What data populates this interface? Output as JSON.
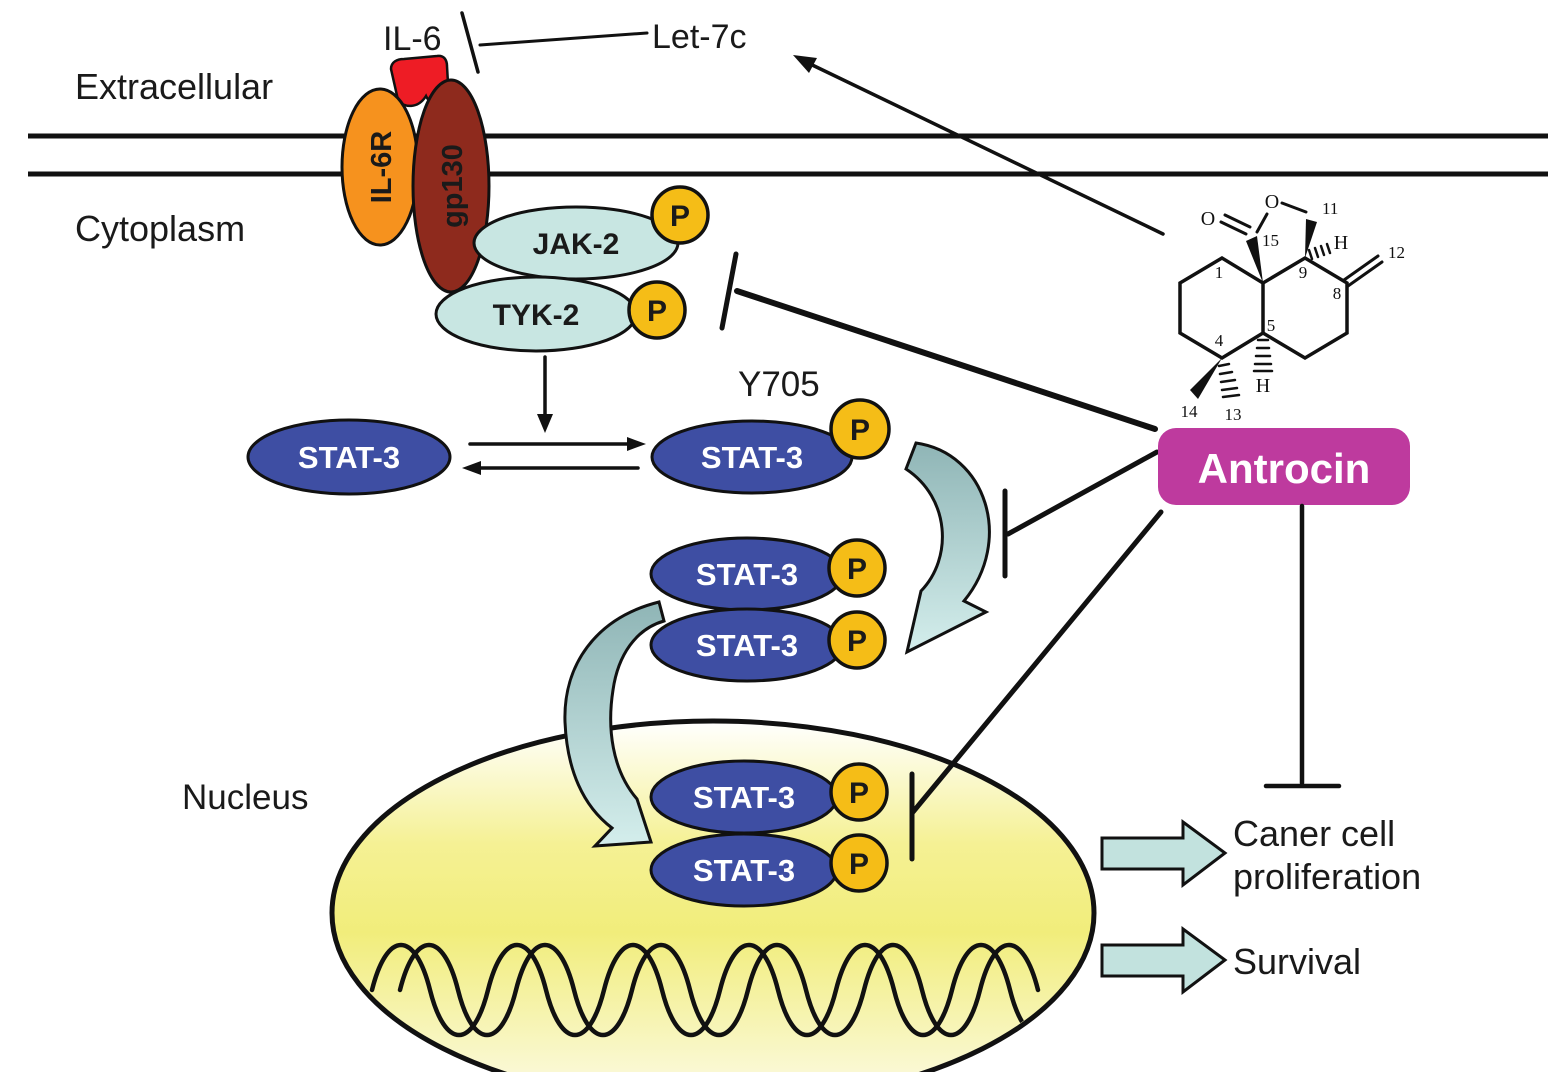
{
  "labels": {
    "extracellular": "Extracellular",
    "cytoplasm": "Cytoplasm",
    "nucleus": "Nucleus",
    "il6": "IL-6",
    "let7c": "Let-7c",
    "il6r": "IL-6R",
    "gp130": "gp130",
    "jak2": "JAK-2",
    "tyk2": "TYK-2",
    "stat3": "STAT-3",
    "phospho": "P",
    "y705": "Y705",
    "antrocin": "Antrocin",
    "outcome1_line1": "Caner cell",
    "outcome1_line2": "proliferation",
    "outcome2": "Survival"
  },
  "chem": {
    "o_ester": "O",
    "o_carbonyl": "O",
    "c1": "1",
    "c4": "4",
    "c5": "5",
    "c8": "8",
    "c9": "9",
    "c11": "11",
    "c12": "12",
    "c13": "13",
    "c14": "14",
    "c15": "15",
    "h_c9": "H",
    "h_c5": "H"
  },
  "colors": {
    "stat3_blue": "#3E4EA3",
    "phospho_yellow": "#F5BD17",
    "kinase_cyan": "#C8E6E2",
    "il6r_orange": "#F6921E",
    "gp130_maroon": "#8E2A1D",
    "il6_red": "#EE1C25",
    "antrocin_magenta": "#BE3A9E",
    "outcome_arrow_teal": "#C2E2DE",
    "nucleus_yellow": "#F1ED7B",
    "line_black": "#1A1A1A"
  }
}
